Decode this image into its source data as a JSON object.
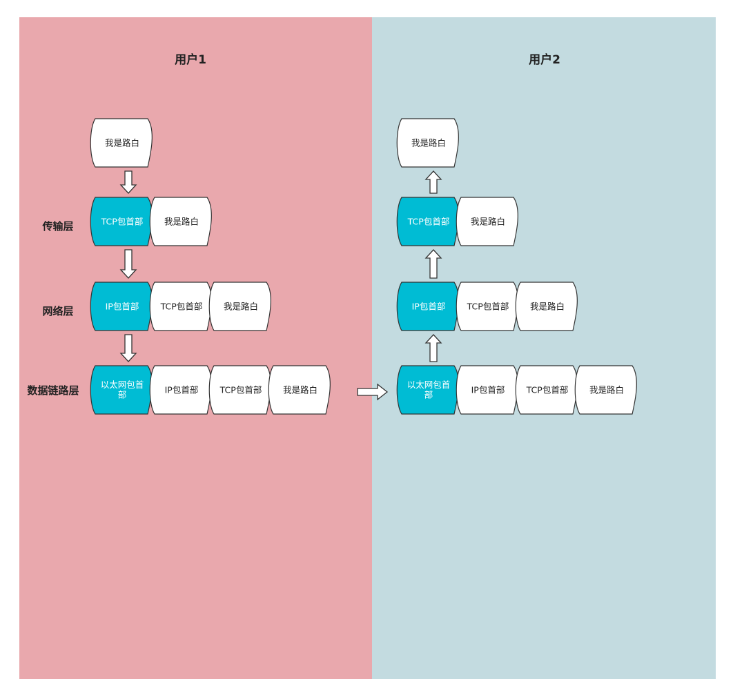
{
  "panels": {
    "left": {
      "title": "用户1",
      "color": "#e9a8ad"
    },
    "right": {
      "title": "用户2",
      "color": "#c3dbe0"
    }
  },
  "layer_labels": [
    "传输层",
    "网络层",
    "数据链路层"
  ],
  "colors": {
    "header_segment": "#00bcd4",
    "plain_segment": "#ffffff",
    "stroke": "#333333",
    "arrow_fill": "#ffffff"
  },
  "left_stack": [
    [
      {
        "text": "我是路白",
        "header": false
      }
    ],
    [
      {
        "text": "TCP包首部",
        "header": true
      },
      {
        "text": "我是路白",
        "header": false
      }
    ],
    [
      {
        "text": "IP包首部",
        "header": true
      },
      {
        "text": "TCP包首部",
        "header": false
      },
      {
        "text": "我是路白",
        "header": false
      }
    ],
    [
      {
        "text": "以太网包首部",
        "header": true
      },
      {
        "text": "IP包首部",
        "header": false
      },
      {
        "text": "TCP包首部",
        "header": false
      },
      {
        "text": "我是路白",
        "header": false
      }
    ]
  ],
  "right_stack": [
    [
      {
        "text": "我是路白",
        "header": false
      }
    ],
    [
      {
        "text": "TCP包首部",
        "header": true
      },
      {
        "text": "我是路白",
        "header": false
      }
    ],
    [
      {
        "text": "IP包首部",
        "header": true
      },
      {
        "text": "TCP包首部",
        "header": false
      },
      {
        "text": "我是路白",
        "header": false
      }
    ],
    [
      {
        "text": "以太网包首部",
        "header": true
      },
      {
        "text": "IP包首部",
        "header": false
      },
      {
        "text": "TCP包首部",
        "header": false
      },
      {
        "text": "我是路白",
        "header": false
      }
    ]
  ],
  "flow": {
    "left_direction": "down",
    "right_direction": "up",
    "transfer_direction": "right"
  }
}
